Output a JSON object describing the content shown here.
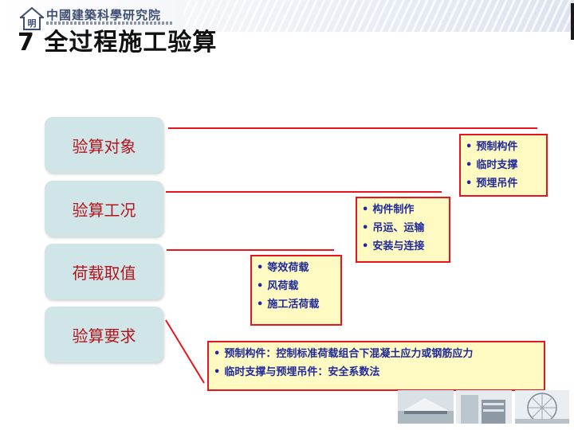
{
  "header": {
    "org_name": "中國建築科學研究院",
    "logo_text": "明"
  },
  "title": "7 全过程施工验算",
  "categories": [
    {
      "label": "验算对象"
    },
    {
      "label": "验算工况"
    },
    {
      "label": "荷载取值"
    },
    {
      "label": "验算要求"
    }
  ],
  "details": {
    "object_items": [
      "预制构件",
      "临时支撑",
      "预埋吊件"
    ],
    "condition_items": [
      "构件制作",
      "吊运、运输",
      "安装与连接"
    ],
    "load_items": [
      "等效荷载",
      "风荷载",
      "施工活荷载"
    ],
    "requirement_items": [
      "预制构件：控制标准荷载组合下混凝土应力或钢筋应力",
      "临时支撑与预埋吊件：安全系数法"
    ]
  },
  "colors": {
    "accent_red": "#e8141e",
    "label_red": "#b3151d",
    "box_fill": "#cfe5e7",
    "note_fill": "#fff9c2",
    "note_text": "#1f2a9a"
  }
}
